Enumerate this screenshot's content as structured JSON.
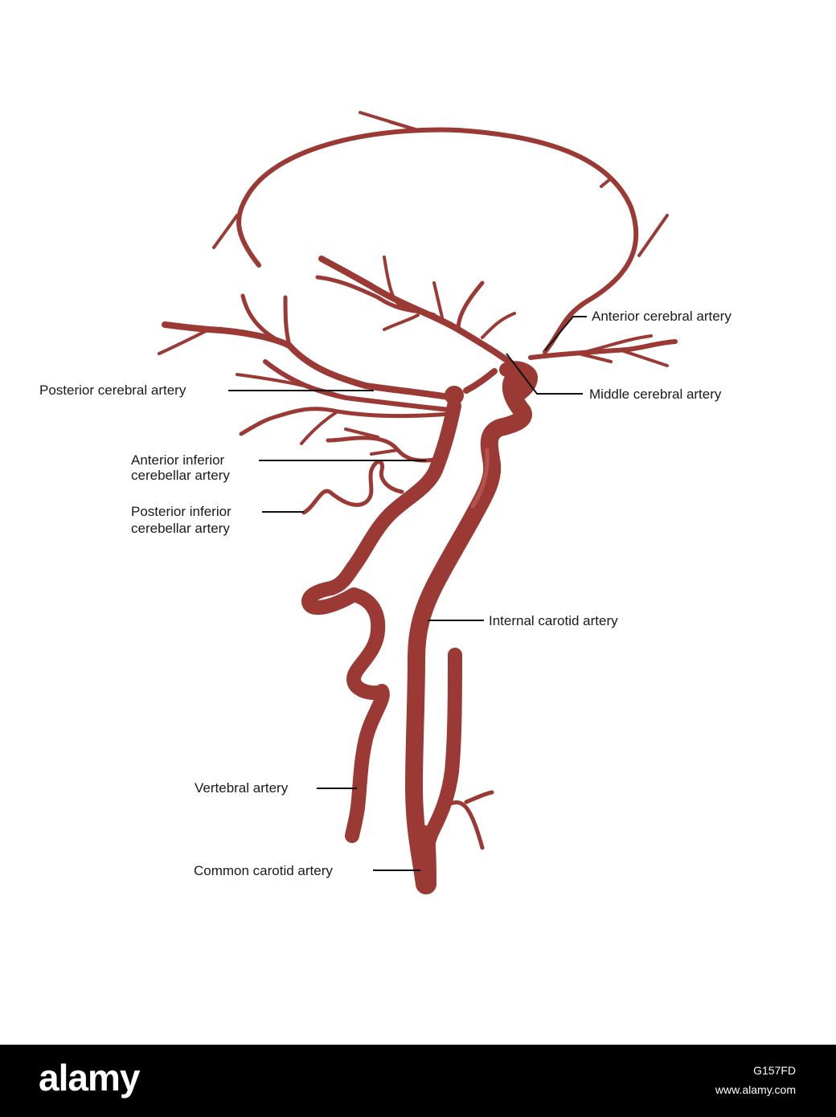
{
  "labels": {
    "anterior_cerebral": "Anterior cerebral artery",
    "middle_cerebral": "Middle cerebral artery",
    "posterior_cerebral": "Posterior cerebral artery",
    "aica_line1": "Anterior inferior",
    "aica_line2": "cerebellar artery",
    "pica_line1": "Posterior inferior",
    "pica_line2": "cerebellar artery",
    "internal_carotid": "Internal carotid artery",
    "vertebral": "Vertebral artery",
    "common_carotid": "Common carotid artery"
  },
  "footer": {
    "brand": "alamy",
    "image_id": "G157FD",
    "site": "www.alamy.com"
  },
  "colors": {
    "artery": "#9b3a35",
    "artery_highlight": "#c4645c",
    "background": "#ffffff",
    "footer_bg": "#000000"
  }
}
